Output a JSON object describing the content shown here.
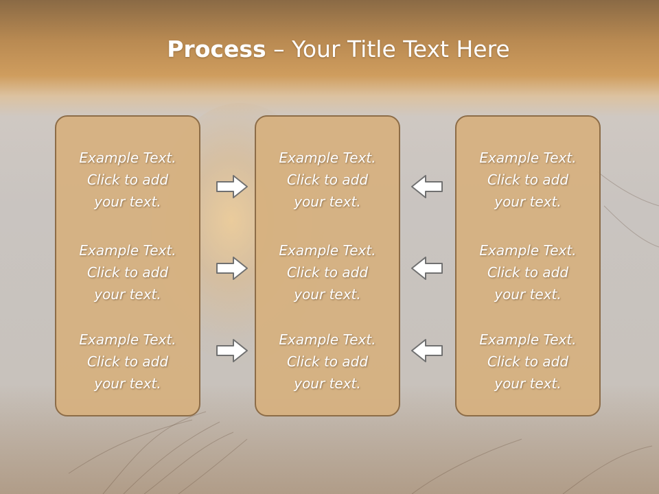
{
  "slide": {
    "title_bold": "Process",
    "title_rest": " – Your Title Text Here"
  },
  "panels": [
    {
      "items": [
        {
          "line1": "Example Text.",
          "line2": "Click  to add",
          "line3": "your text."
        },
        {
          "line1": "Example Text.",
          "line2": "Click  to add",
          "line3": "your text."
        },
        {
          "line1": "Example Text.",
          "line2": "Click  to add",
          "line3": "your text."
        }
      ]
    },
    {
      "items": [
        {
          "line1": "Example Text.",
          "line2": "Click  to add",
          "line3": "your text."
        },
        {
          "line1": "Example Text.",
          "line2": "Click  to add",
          "line3": "your text."
        },
        {
          "line1": "Example Text.",
          "line2": "Click  to add",
          "line3": "your text."
        }
      ]
    },
    {
      "items": [
        {
          "line1": "Example Text.",
          "line2": "Click  to add",
          "line3": "your text."
        },
        {
          "line1": "Example Text.",
          "line2": "Click  to add",
          "line3": "your text."
        },
        {
          "line1": "Example Text.",
          "line2": "Click  to add",
          "line3": "your text."
        }
      ]
    }
  ],
  "arrows": {
    "left_column": [
      "arrow-right-icon",
      "arrow-right-icon",
      "arrow-right-icon"
    ],
    "right_column": [
      "arrow-left-icon",
      "arrow-left-icon",
      "arrow-left-icon"
    ]
  },
  "colors": {
    "panel_fill": "#d6b07f",
    "panel_border": "#8c6c47",
    "header_band": "#c9955a",
    "text": "#ffffff"
  }
}
